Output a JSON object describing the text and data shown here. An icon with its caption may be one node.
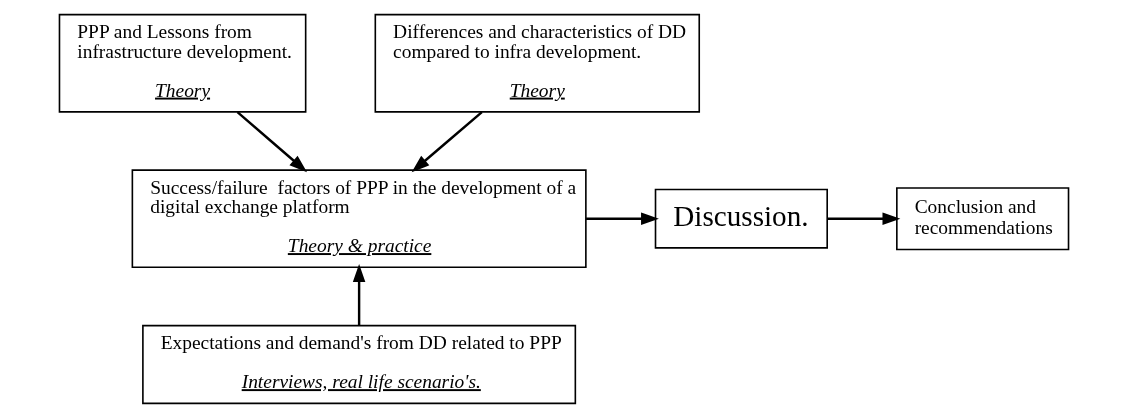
{
  "diagram": {
    "nodes": [
      {
        "text": [
          "PPP and Lessons from infrastructure development.",
          "Theory"
        ]
      },
      {
        "text": [
          "Differences and characteristics of DD compared to infra development.",
          "Theory"
        ]
      },
      {
        "text": [
          "Success/failure  factors of PPP in the development of a digital exchange platform",
          "Theory & practice"
        ]
      },
      {
        "text": [
          "Discussion."
        ]
      },
      {
        "text": [
          "Conclusion and recommendations"
        ]
      },
      {
        "text": [
          "Expectations and demand's from DD related to PPP",
          "Interviews, real life scenario's."
        ]
      }
    ],
    "edges": [
      {
        "from": 0,
        "to": 2,
        "arrow": "to"
      },
      {
        "from": 1,
        "to": 2,
        "arrow": "to"
      },
      {
        "from": 5,
        "to": 2,
        "arrow": "to"
      },
      {
        "from": 2,
        "to": 3,
        "arrow": "to"
      },
      {
        "from": 3,
        "to": 4,
        "arrow": "to"
      }
    ]
  }
}
